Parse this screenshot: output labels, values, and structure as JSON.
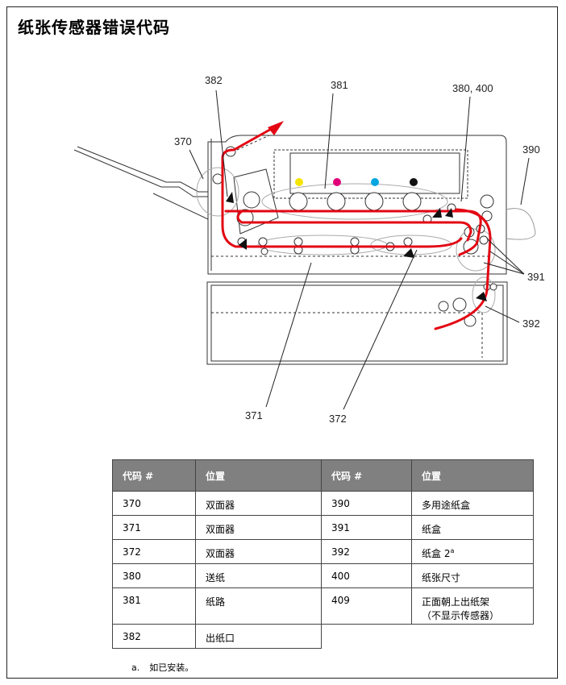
{
  "title": "纸张传感器错误代码",
  "callouts": {
    "c370": "370",
    "c371": "371",
    "c372": "372",
    "c380": "380, 400",
    "c381": "381",
    "c382": "382",
    "c390": "390",
    "c391": "391",
    "c392": "392"
  },
  "toner_colors": {
    "yellow": "#f5e400",
    "magenta": "#e0007a",
    "cyan": "#00a6e0",
    "black": "#111111"
  },
  "path_color": "#e30613",
  "table": {
    "headers": [
      "代码 #",
      "位置",
      "代码 #",
      "位置"
    ],
    "rows": [
      {
        "code1": "370",
        "loc1": "双面器",
        "code2": "390",
        "loc2": "多用途纸盒"
      },
      {
        "code1": "371",
        "loc1": "双面器",
        "code2": "391",
        "loc2": "纸盒"
      },
      {
        "code1": "372",
        "loc1": "双面器",
        "code2": "392",
        "loc2": "纸盒 2",
        "loc2_sup": "a"
      },
      {
        "code1": "380",
        "loc1": "送纸",
        "code2": "400",
        "loc2": "纸张尺寸"
      },
      {
        "code1": "381",
        "loc1": "纸路",
        "code2": "409",
        "loc2": "正面朝上出纸架",
        "loc2_line2": "（不显示传感器）"
      },
      {
        "code1": "382",
        "loc1": "出纸口"
      }
    ]
  },
  "footnote": {
    "mark": "a.",
    "text": "如已安装。"
  }
}
